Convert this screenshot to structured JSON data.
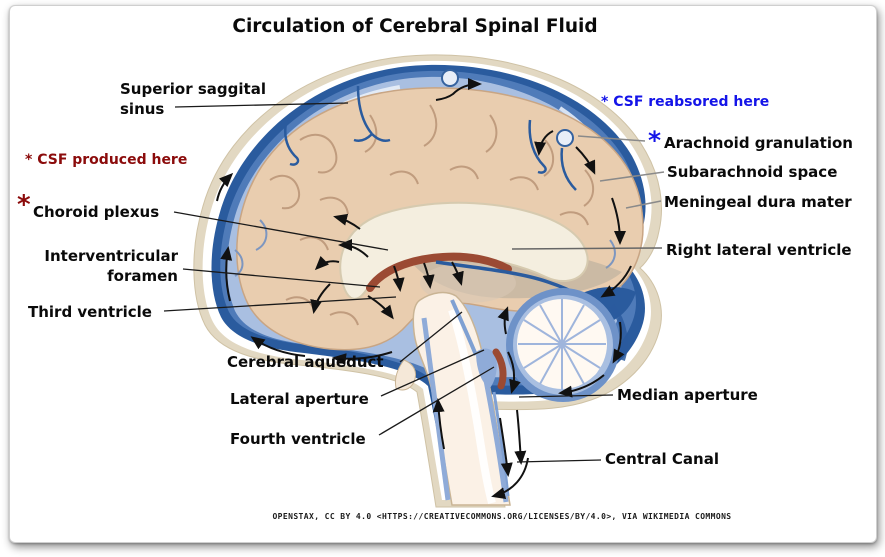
{
  "title": "Circulation of Cerebral Spinal Fluid",
  "annotations": {
    "csf_produced": "* CSF produced here",
    "csf_reabsorbed": "* CSF reabsored here"
  },
  "marks": {
    "red_asterisk": "*",
    "blue_asterisk": "*"
  },
  "labels": {
    "superior_sagittal_sinus": "Superior saggital\nsinus",
    "choroid_plexus": "Choroid plexus",
    "interventricular_foramen": "Interventricular\nforamen",
    "third_ventricle": "Third ventricle",
    "cerebral_aqueduct": "Cerebral aqueduct",
    "lateral_aperture": "Lateral aperture",
    "fourth_ventricle": "Fourth ventricle",
    "arachnoid_granulation": "Arachnoid granulation",
    "subarachnoid_space": "Subarachnoid space",
    "meningeal_dura_mater": "Meningeal dura mater",
    "right_lateral_ventricle": "Right lateral ventricle",
    "median_aperture": "Median aperture",
    "central_canal": "Central Canal"
  },
  "attribution": "OpenStax, CC BY 4.0 <https://creativecommons.org/licenses/by/4.0>, via Wikimedia Commons",
  "colors": {
    "produced_note": "#8B0B0B",
    "reabsorbed_note": "#1414E8",
    "dura_blue": "#2A5B9E",
    "mid_blue": "#4F7BB9",
    "subarachnoid_blue": "#A9BFE1",
    "skull_beige": "#E2D8C2",
    "brain_tan": "#E9CDAF",
    "choroid_brown": "#9B4A33",
    "arrow_black": "#111111"
  }
}
